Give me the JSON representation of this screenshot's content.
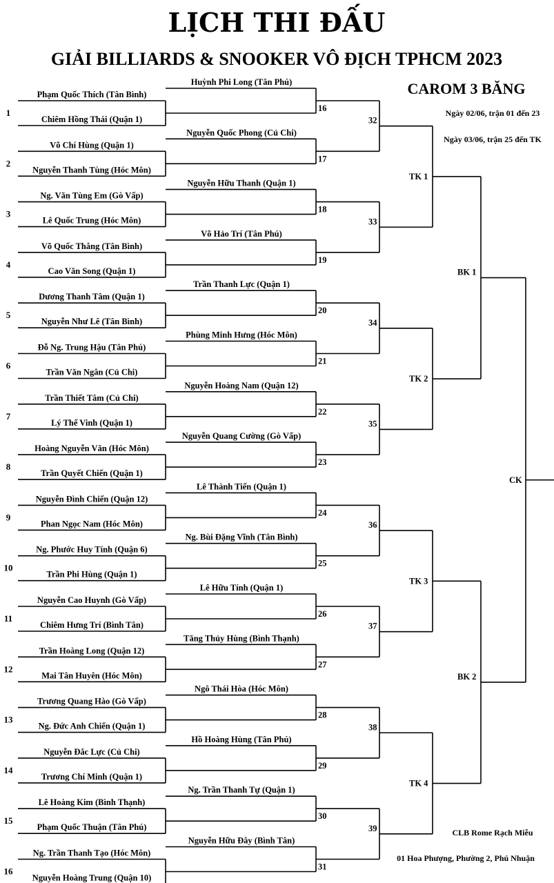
{
  "header": {
    "title": "LỊCH THI ĐẤU",
    "subtitle": "GIẢI BILLIARDS & SNOOKER VÔ ĐỊCH TPHCM 2023",
    "category": "CAROM 3 BĂNG",
    "schedule_day1": "Ngày 02/06, trận 01 đến 23",
    "schedule_day2": "Ngày 03/06, trận 25 đến TK"
  },
  "round1": [
    {
      "match": "1",
      "top": "Phạm Quốc Thích (Tân Bình)",
      "bottom": "Chiêm Hồng Thái (Quận 1)"
    },
    {
      "match": "2",
      "top": "Võ Chí Hùng (Quận 1)",
      "bottom": "Nguyễn Thanh Tùng (Hóc Môn)"
    },
    {
      "match": "3",
      "top": "Ng. Văn Tùng Em (Gò Vấp)",
      "bottom": "Lê Quốc Trung (Hóc Môn)"
    },
    {
      "match": "4",
      "top": "Võ Quốc Thắng (Tân Bình)",
      "bottom": "Cao Văn Song (Quận 1)"
    },
    {
      "match": "5",
      "top": "Dương Thanh Tâm (Quận 1)",
      "bottom": "Nguyễn Như Lê (Tân Bình)"
    },
    {
      "match": "6",
      "top": "Đỗ Ng. Trung Hậu (Tân Phú)",
      "bottom": "Trần Văn Ngân (Củ Chi)"
    },
    {
      "match": "7",
      "top": "Trần Thiết Tâm (Củ Chi)",
      "bottom": "Lý Thế Vinh (Quận 1)"
    },
    {
      "match": "8",
      "top": "Hoàng Nguyễn Văn (Hóc Môn)",
      "bottom": "Trần Quyết Chiến (Quận 1)"
    },
    {
      "match": "9",
      "top": "Nguyễn Đình Chiến (Quận 12)",
      "bottom": "Phan Ngọc Nam (Hóc Môn)"
    },
    {
      "match": "10",
      "top": "Ng. Phước Huy Tính (Quận 6)",
      "bottom": "Trần Phi Hùng (Quận 1)"
    },
    {
      "match": "11",
      "top": "Nguyễn Cao Huynh (Gò Vấp)",
      "bottom": "Chiêm Hưng Trí (Bình Tân)"
    },
    {
      "match": "12",
      "top": "Trần Hoàng Long (Quận 12)",
      "bottom": "Mai Tân Huyên (Hóc Môn)"
    },
    {
      "match": "13",
      "top": "Trương Quang Hào (Gò Vấp)",
      "bottom": "Ng. Đức Anh Chiến (Quận 1)"
    },
    {
      "match": "14",
      "top": "Nguyễn Đắc Lực (Củ Chi)",
      "bottom": "Trương Chí Minh (Quận 1)"
    },
    {
      "match": "15",
      "top": "Lê Hoàng Kim (Bình Thạnh)",
      "bottom": "Phạm Quốc Thuận (Tân Phú)"
    },
    {
      "match": "16",
      "top": "Ng. Trần Thanh Tạo (Hóc Môn)",
      "bottom": "Nguyễn Hoàng Trung (Quận 10)"
    }
  ],
  "round2": [
    {
      "match": "16",
      "seed": "Huỳnh Phi Long (Tân Phú)"
    },
    {
      "match": "17",
      "seed": "Nguyễn Quốc Phong (Củ Chi)"
    },
    {
      "match": "18",
      "seed": "Nguyễn Hữu Thanh (Quận 1)"
    },
    {
      "match": "19",
      "seed": "Võ Hảo Trí (Tân Phú)"
    },
    {
      "match": "20",
      "seed": "Trần Thanh Lực (Quận 1)"
    },
    {
      "match": "21",
      "seed": "Phùng Minh Hưng (Hóc Môn)"
    },
    {
      "match": "22",
      "seed": "Nguyễn Hoàng Nam (Quận 12)"
    },
    {
      "match": "23",
      "seed": "Nguyễn Quang Cường (Gò Vấp)"
    },
    {
      "match": "24",
      "seed": "Lê Thành Tiến (Quận 1)"
    },
    {
      "match": "25",
      "seed": "Ng. Bùi Đặng Vĩnh (Tân Bình)"
    },
    {
      "match": "26",
      "seed": "Lê Hữu Tính (Quận 1)"
    },
    {
      "match": "27",
      "seed": "Tăng Thủy Hùng (Bình Thạnh)"
    },
    {
      "match": "28",
      "seed": "Ngô Thái Hòa (Hóc Môn)"
    },
    {
      "match": "29",
      "seed": "Hồ Hoàng Hùng (Tân Phú)"
    },
    {
      "match": "30",
      "seed": "Ng. Trần Thanh Tự (Quận 1)"
    },
    {
      "match": "31",
      "seed": "Nguyễn Hữu Đây (Bình Tân)"
    }
  ],
  "round3": [
    "32",
    "33",
    "34",
    "35",
    "36",
    "37",
    "38",
    "39"
  ],
  "quarterfinals": [
    "TK 1",
    "TK 2",
    "TK 3",
    "TK 4"
  ],
  "semifinals": [
    "BK 1",
    "BK 2"
  ],
  "final": "CK",
  "footer": {
    "club": "CLB Rome Rạch Miễu",
    "address": "01 Hoa Phượng, Phường 2, Phú Nhuận"
  }
}
